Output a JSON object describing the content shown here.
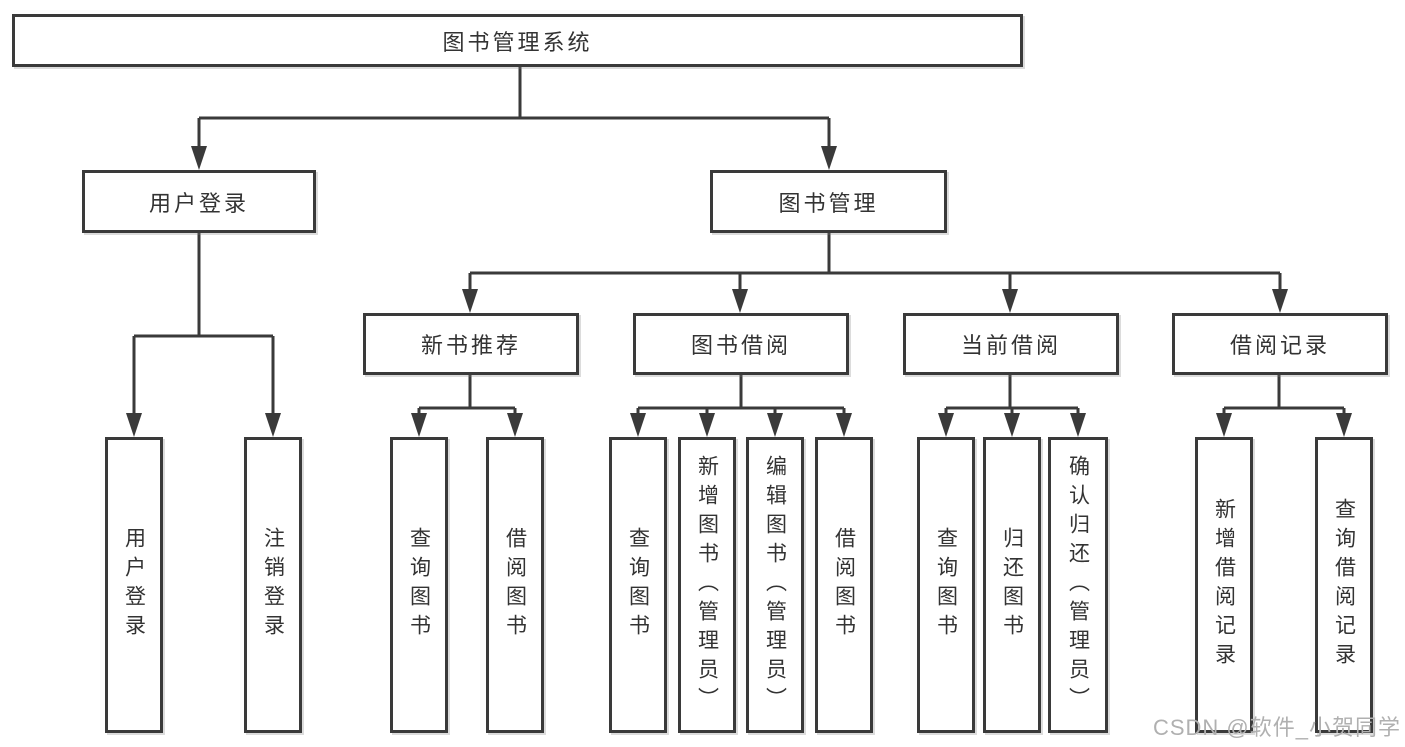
{
  "nodes": {
    "root": {
      "label": "图书管理系统"
    },
    "user_login": {
      "label": "用户登录"
    },
    "book_management": {
      "label": "图书管理"
    },
    "new_book_recommend": {
      "label": "新书推荐"
    },
    "book_borrowing": {
      "label": "图书借阅"
    },
    "current_borrowing": {
      "label": "当前借阅"
    },
    "borrowing_records": {
      "label": "借阅记录"
    },
    "login": {
      "label": "用户登录"
    },
    "logout": {
      "label": "注销登录"
    },
    "rec_query_book": {
      "label": "查询图书"
    },
    "rec_borrow_book": {
      "label": "借阅图书"
    },
    "bb_query_book": {
      "label": "查询图书"
    },
    "bb_add_book": {
      "label": "新增图书（管理员）"
    },
    "bb_edit_book": {
      "label": "编辑图书（管理员）"
    },
    "bb_borrow_book": {
      "label": "借阅图书"
    },
    "cb_query_book": {
      "label": "查询图书"
    },
    "cb_return_book": {
      "label": "归还图书"
    },
    "cb_confirm_return": {
      "label": "确认归还（管理员）"
    },
    "br_add_record": {
      "label": "新增借阅记录"
    },
    "br_query_record": {
      "label": "查询借阅记录"
    }
  },
  "watermark": {
    "text": "CSDN @软件_小贺同学"
  },
  "colors": {
    "line": "#3a3a3a",
    "box_border": "#3a3a3a",
    "box_fill": "#ffffff",
    "text": "#333333",
    "watermark": "#b0b0b0"
  }
}
